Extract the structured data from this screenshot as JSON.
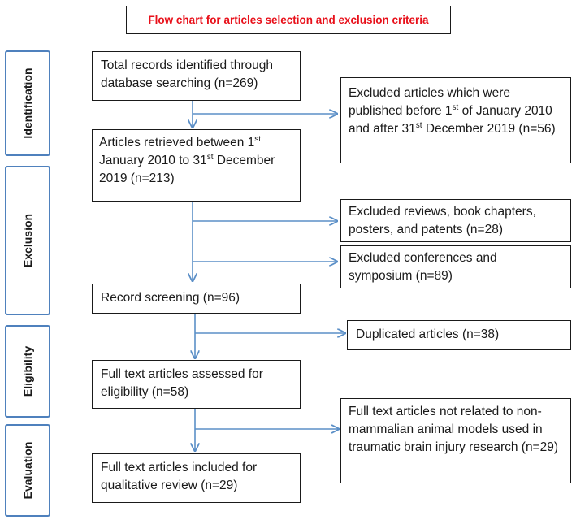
{
  "title": "Flow chart for articles selection and exclusion criteria",
  "stages": [
    "Identification",
    "Exclusion",
    "Eligibility",
    "Evaluation"
  ],
  "main_boxes": {
    "total_records": "Total records identified through database searching (n=269)",
    "retrieved": {
      "part1": "Articles retrieved between 1",
      "sup1": "st",
      "part2": " January 2010 to 31",
      "sup2": "st",
      "part3": " December 2019 (n=213)"
    },
    "screening": "Record screening (n=96)",
    "eligibility": "Full text articles assessed for eligibility (n=58)",
    "included": "Full text articles included for qualitative review (n=29)"
  },
  "exclusion_boxes": {
    "date_excluded": {
      "part1": "Excluded articles which were published before 1",
      "sup1": "st",
      "part2": " of January 2010 and after 31",
      "sup2": "st",
      "part3": " December 2019 (n=56)"
    },
    "reviews": "Excluded reviews, book chapters, posters, and patents (n=28)",
    "conferences": "Excluded conferences and symposium (n=89)",
    "duplicates": "Duplicated articles (n=38)",
    "not_related": "Full text articles not related to non-mammalian animal models used in traumatic brain injury research (n=29)"
  },
  "colors": {
    "title_text": "#e8101a",
    "arrow": "#5b8fc7",
    "stage_border": "#4f81bd"
  }
}
